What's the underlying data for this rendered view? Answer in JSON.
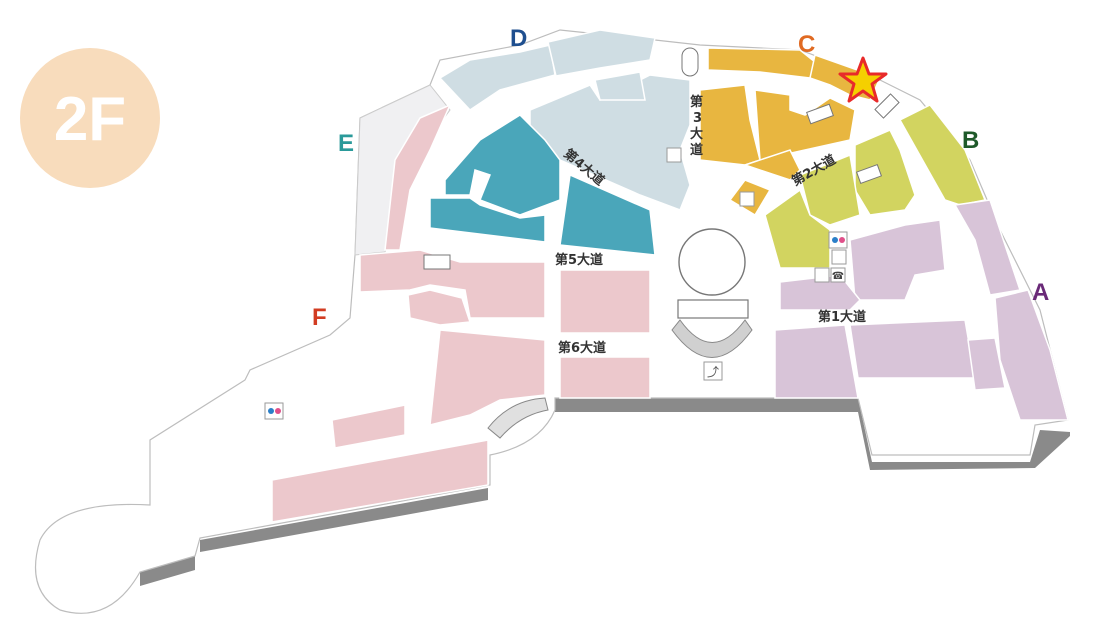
{
  "floor": {
    "label": "2F",
    "badge_color": "#f8dcbc"
  },
  "zones": [
    {
      "key": "A",
      "label": "A",
      "color": "#6a2a78",
      "fill": "#d8c4d8"
    },
    {
      "key": "B",
      "label": "B",
      "color": "#1f5a2a",
      "fill": "#d2d460"
    },
    {
      "key": "C",
      "label": "C",
      "color": "#e06a22",
      "fill": "#e8b640"
    },
    {
      "key": "D",
      "label": "D",
      "color": "#1f4f8f",
      "fill": "#cfdde3"
    },
    {
      "key": "E",
      "label": "E",
      "color": "#2a9a9a",
      "fill": "#4aa6ba"
    },
    {
      "key": "F",
      "label": "F",
      "color": "#d23c22",
      "fill": "#ecc8cc"
    }
  ],
  "avenues": {
    "first": "第1大道",
    "second": "第2大道",
    "third": [
      "第",
      "3",
      "大",
      "道"
    ],
    "fourth": "第4大道",
    "fifth": "第5大道",
    "sixth": "第6大道"
  },
  "you_are_here": {
    "color": "#e82a2a"
  },
  "icons": [
    "restroom-icon",
    "elevator-icon",
    "phone-icon",
    "baby-care-icon",
    "escalator-icon",
    "stairs-icon"
  ]
}
